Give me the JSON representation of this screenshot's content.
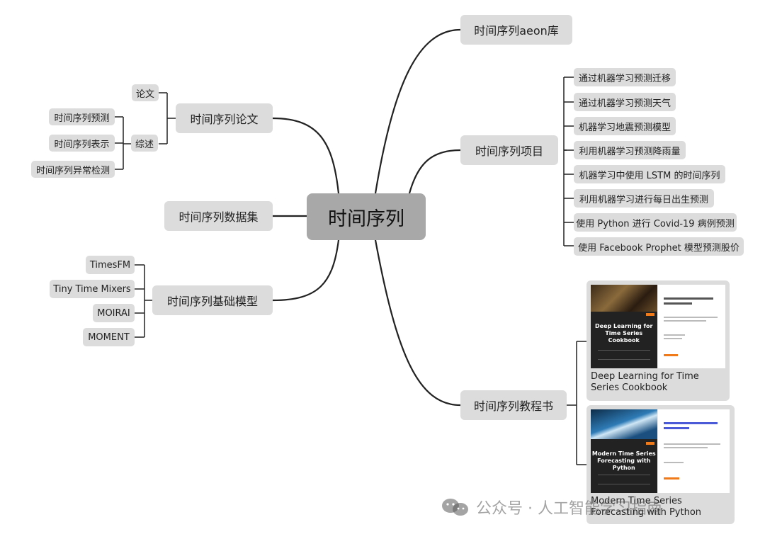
{
  "root": "时间序列",
  "branches": {
    "aeon": "时间序列aeon库",
    "papers": {
      "label": "时间序列论文",
      "children": [
        "论文",
        "综述"
      ],
      "survey_children": [
        "时间序列预测",
        "时间序列表示",
        "时间序列异常检测"
      ]
    },
    "projects": {
      "label": "时间序列项目",
      "children": [
        "通过机器学习预测迁移",
        "通过机器学习预测天气",
        "机器学习地震预测模型",
        "利用机器学习预测降雨量",
        "机器学习中使用 LSTM 的时间序列",
        "利用机器学习进行每日出生预测",
        "使用 Python 进行 Covid-19 病例预测",
        "使用 Facebook Prophet 模型预测股价"
      ]
    },
    "datasets": "时间序列数据集",
    "foundation": {
      "label": "时间序列基础模型",
      "children": [
        "TimesFM",
        "Tiny Time Mixers",
        "MOIRAI",
        "MOMENT"
      ]
    },
    "books": {
      "label": "时间序列教程书",
      "items": [
        {
          "caption": "Deep Learning for Time Series Cookbook",
          "cover_title": "Deep Learning for Time Series Cookbook"
        },
        {
          "caption": "Modern Time Series Forecasting with Python",
          "cover_title": "Modern Time Series Forecasting with Python"
        }
      ]
    }
  },
  "watermark": "公众号 · 人工智能学习指南"
}
